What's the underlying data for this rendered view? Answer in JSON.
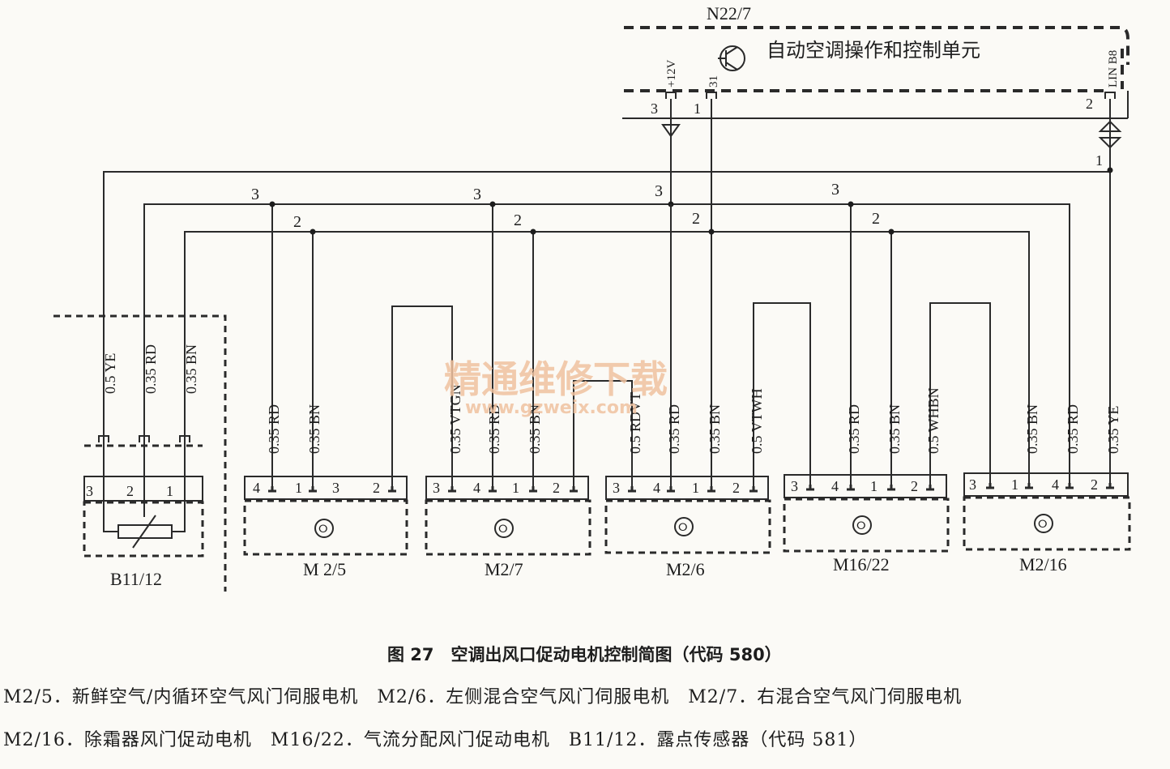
{
  "control_unit": {
    "id": "N22/7",
    "name": "自动空调操作和控制单元",
    "pin_12v": "+12V",
    "pin_31": "31",
    "pin_lin": "LIN B8",
    "pin_num_3": "3",
    "pin_num_1": "1",
    "pin_num_2": "2",
    "bus_num_1": "1"
  },
  "bus_labels": {
    "three": "3",
    "two": "2"
  },
  "sensor": {
    "id": "B11/12",
    "wires": [
      "0.5 YE",
      "0.35 RD",
      "0.35 BN"
    ],
    "pins": [
      "3",
      "2",
      "1"
    ]
  },
  "motors": [
    {
      "id": "M 2/5",
      "wires": [
        "0.35 RD",
        "0.35 BN"
      ],
      "pins": [
        "4",
        "1",
        "3",
        "2"
      ]
    },
    {
      "id": "M2/7",
      "wires": [
        "0.35 VTGN",
        "0.35 RD",
        "0.35 BN"
      ],
      "pins": [
        "3",
        "4",
        "1",
        "2"
      ]
    },
    {
      "id": "M2/6",
      "wires": [
        "0.5 RDVT",
        "0.35 RD",
        "0.35 BN",
        "0.5 VTWH"
      ],
      "pins": [
        "3",
        "4",
        "1",
        "2"
      ]
    },
    {
      "id": "M16/22",
      "wires": [
        "0.35 RD",
        "0.35 BN",
        "0.5 WHBN"
      ],
      "pins": [
        "3",
        "4",
        "1",
        "2"
      ]
    },
    {
      "id": "M2/16",
      "wires": [
        "0.35 BN",
        "0.35 RD",
        "0.35 YE"
      ],
      "pins": [
        "3",
        "1",
        "4",
        "2"
      ]
    }
  ],
  "watermark": {
    "line1": "精通维修下载",
    "line2": "www.gzweix.com"
  },
  "caption": "图 27　空调出风口促动电机控制简图（代码 580）",
  "legend": {
    "line1": "M2/5．新鲜空气/内循环空气风门伺服电机　M2/6．左侧混合空气风门伺服电机　M2/7．右混合空气风门伺服电机",
    "line2": "M2/16．除霜器风门促动电机　M16/22．气流分配风门促动电机　B11/12．露点传感器（代码 581）"
  }
}
